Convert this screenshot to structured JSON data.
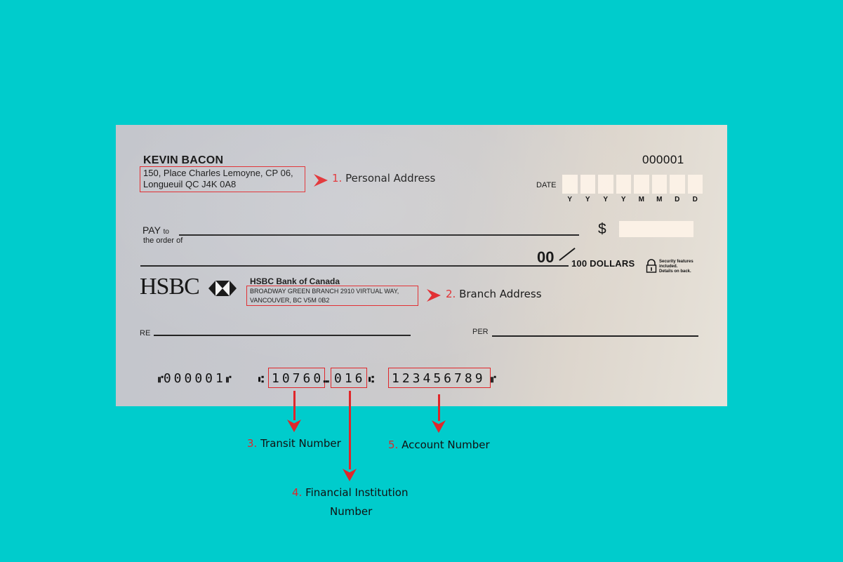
{
  "check": {
    "account_holder": "KEVIN BACON",
    "address_line1": "150, Place Charles Lemoyne, CP 06,",
    "address_line2": "Longueuil QC J4K 0A8",
    "check_number": "000001",
    "date_label": "DATE",
    "date_format": [
      "Y",
      "Y",
      "Y",
      "Y",
      "M",
      "M",
      "D",
      "D"
    ],
    "pay_label": "PAY",
    "pay_to": "to",
    "order_of": "the order of",
    "dollar_sign": "$",
    "cents": "00",
    "dollars_label": "100 DOLLARS",
    "security_note_line1": "Security features",
    "security_note_line2": "included.",
    "security_note_line3": "Details on back.",
    "bank_logo_text": "HSBC",
    "bank_name": "HSBC Bank of Canada",
    "branch_line1": "BROADWAY GREEN BRANCH 2910 VIRTUAL WAY,",
    "branch_line2": "VANCOUVER, BC V5M 0B2",
    "re_label": "RE",
    "per_label": "PER",
    "micr": {
      "check_number": "000001",
      "transit_number": "10760",
      "institution_number": "016",
      "account_number": "123456789"
    }
  },
  "annotations": [
    {
      "num": "1.",
      "label": "Personal Address"
    },
    {
      "num": "2.",
      "label": "Branch Address"
    },
    {
      "num": "3.",
      "label": "Transit Number"
    },
    {
      "num": "4.",
      "label": "Financial Institution",
      "label2": "Number"
    },
    {
      "num": "5.",
      "label": "Account Number"
    }
  ],
  "colors": {
    "background": "#00CCCC",
    "highlight": "#E0262A",
    "field_fill": "#FBF1E6"
  }
}
